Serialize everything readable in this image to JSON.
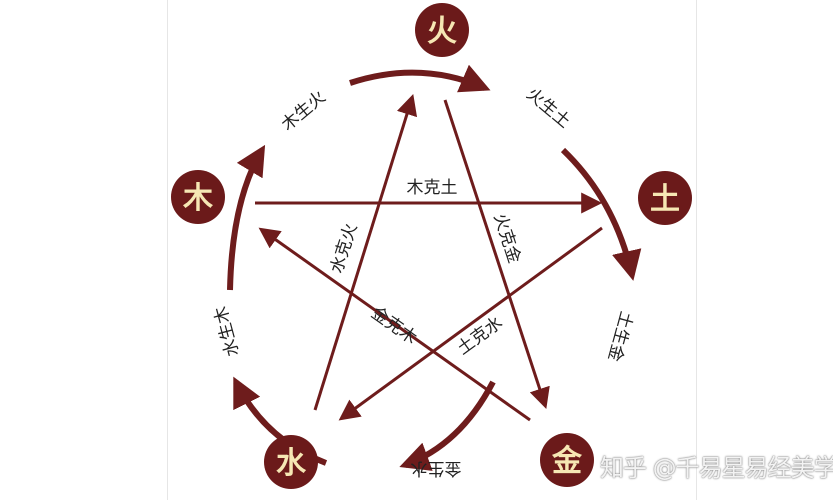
{
  "colors": {
    "element_fill": "#6b1a1a",
    "element_text": "#f6e7b4",
    "arrow": "#6e1c1c"
  },
  "elements": {
    "fire": "火",
    "earth": "土",
    "metal": "金",
    "water": "水",
    "wood": "木"
  },
  "generating": {
    "wood_fire": "木生火",
    "fire_earth": "火生土",
    "earth_metal": "土生金",
    "metal_water": "金生水",
    "water_wood": "水生木"
  },
  "overcoming": {
    "wood_earth": "木克土",
    "fire_metal": "火克金",
    "earth_water": "土克水",
    "metal_wood": "金克木",
    "water_fire": "水克火"
  },
  "watermark": "知乎 @千易星易经美学"
}
